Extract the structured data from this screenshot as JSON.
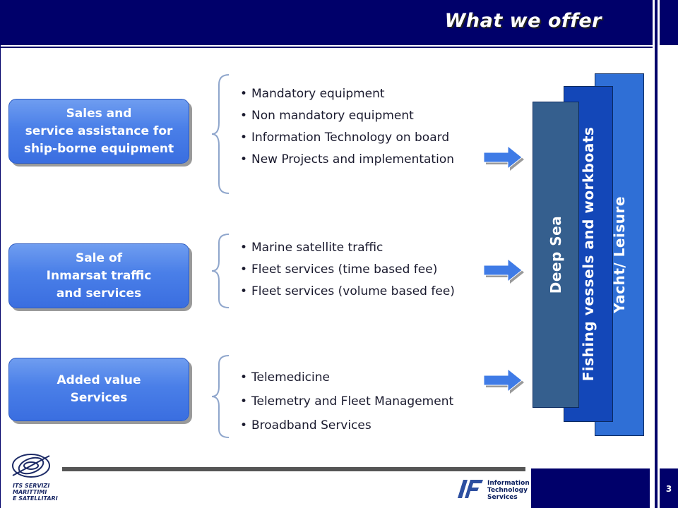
{
  "header": {
    "title": "What we offer"
  },
  "sections": [
    {
      "box_lines": [
        "Sales and",
        "service assistance for",
        "ship-borne equipment"
      ],
      "items": [
        "Mandatory equipment",
        "Non mandatory equipment",
        "Information Technology on board",
        "New Projects and implementation"
      ]
    },
    {
      "box_lines": [
        "Sale of",
        "Inmarsat traffic",
        "and services"
      ],
      "items": [
        "Marine satellite traffic",
        "Fleet services (time based fee)",
        "Fleet services (volume based fee)"
      ]
    },
    {
      "box_lines": [
        "Added value",
        "Services"
      ],
      "items": [
        "Telemedicine",
        "Telemetry and Fleet Management",
        "Broadband Services"
      ]
    }
  ],
  "segments": [
    {
      "label": "Yacht/ Leisure",
      "color": "#2f6fd6"
    },
    {
      "label": "Fishing vessels and workboats",
      "color": "#1347b8"
    },
    {
      "label": "Deep Sea",
      "color": "#355f8e"
    }
  ],
  "footer": {
    "left_logo_lines": [
      "ITS SERVIZI",
      "MARITTIMI",
      "E SATELLITARI"
    ],
    "right_logo_lines": [
      "Information",
      "Technology",
      "Services"
    ],
    "page_number": "3"
  },
  "colors": {
    "navy": "#00006a",
    "box_blue": "#4a7fe8",
    "arrow_blue": "#3f7be6"
  }
}
